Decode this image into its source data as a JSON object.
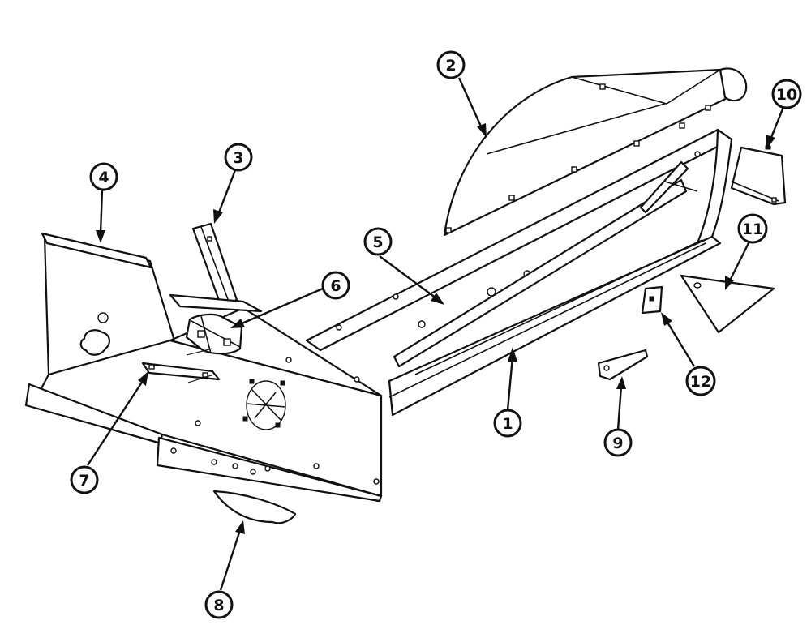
{
  "diagram": {
    "callouts": [
      {
        "id": "1",
        "label": "1"
      },
      {
        "id": "2",
        "label": "2"
      },
      {
        "id": "3",
        "label": "3"
      },
      {
        "id": "4",
        "label": "4"
      },
      {
        "id": "5",
        "label": "5"
      },
      {
        "id": "6",
        "label": "6"
      },
      {
        "id": "7",
        "label": "7"
      },
      {
        "id": "8",
        "label": "8"
      },
      {
        "id": "9",
        "label": "9"
      },
      {
        "id": "10",
        "label": "10"
      },
      {
        "id": "11",
        "label": "11"
      },
      {
        "id": "12",
        "label": "12"
      }
    ],
    "colors": {
      "line": "#111111",
      "background": "#ffffff"
    }
  }
}
